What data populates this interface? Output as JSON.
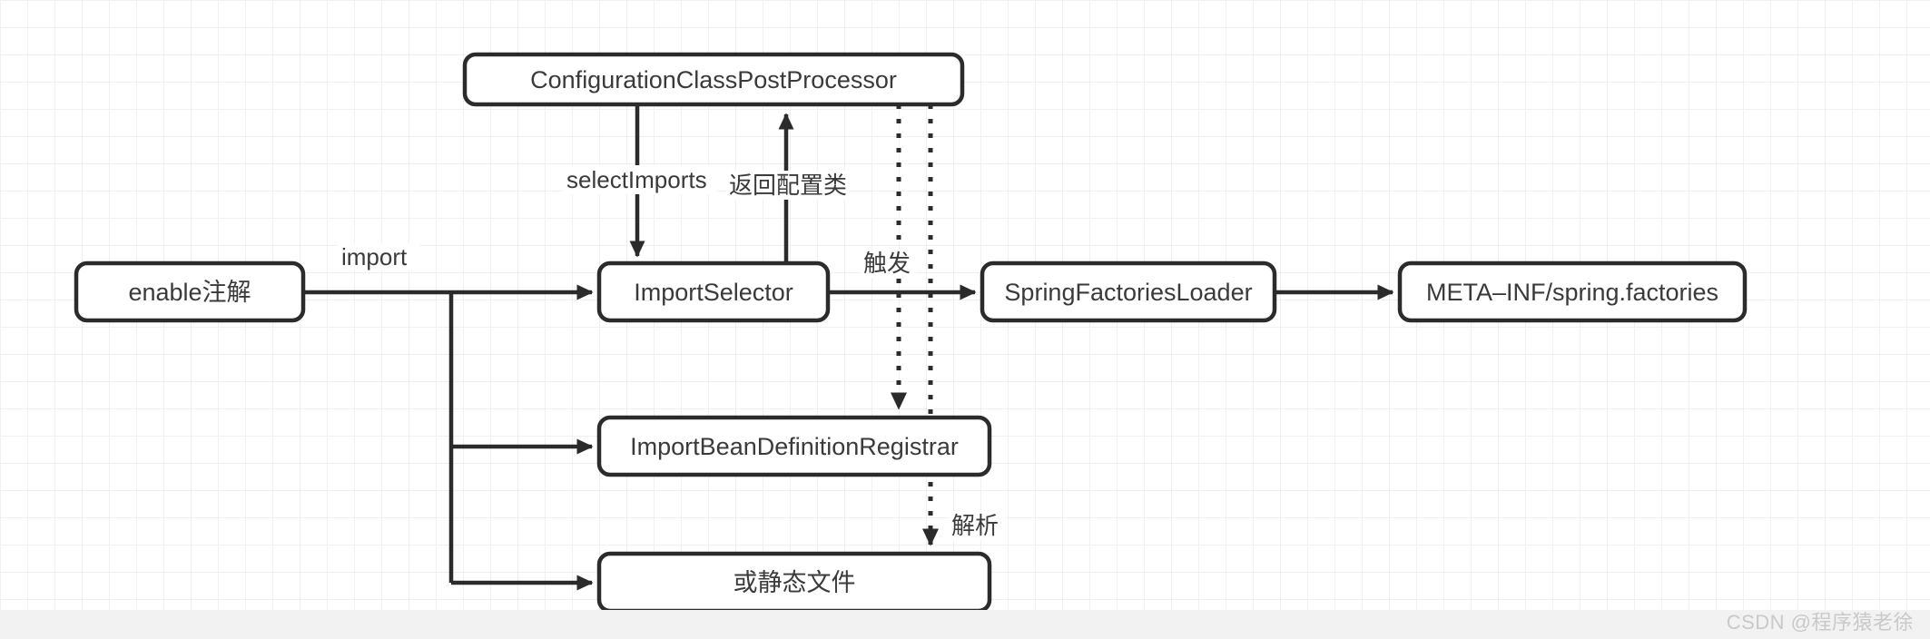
{
  "diagram": {
    "title": "Spring Import mechanism flow",
    "colors": {
      "stroke": "#2b2b2b",
      "text": "#3a3a3a",
      "background": "#ffffff",
      "grid_minor": "#f0f0f0",
      "grid_major": "#e3e3e3",
      "watermark": "#c9c9c9",
      "strip": "#f2f2f2"
    },
    "nodes": [
      {
        "id": "enable",
        "label": "enable注解"
      },
      {
        "id": "ccpp",
        "label": "ConfigurationClassPostProcessor"
      },
      {
        "id": "selector",
        "label": "ImportSelector"
      },
      {
        "id": "sfl",
        "label": "SpringFactoriesLoader"
      },
      {
        "id": "metainf",
        "label": "META–INF/spring.factories"
      },
      {
        "id": "registrar",
        "label": "ImportBeanDefinitionRegistrar"
      },
      {
        "id": "static",
        "label": "或静态文件"
      }
    ],
    "edge_labels": {
      "import": "import",
      "select_imports": "selectImports",
      "return_config": "返回配置类",
      "trigger": "触发",
      "parse": "解析"
    },
    "watermark": "CSDN @程序猿老徐"
  }
}
